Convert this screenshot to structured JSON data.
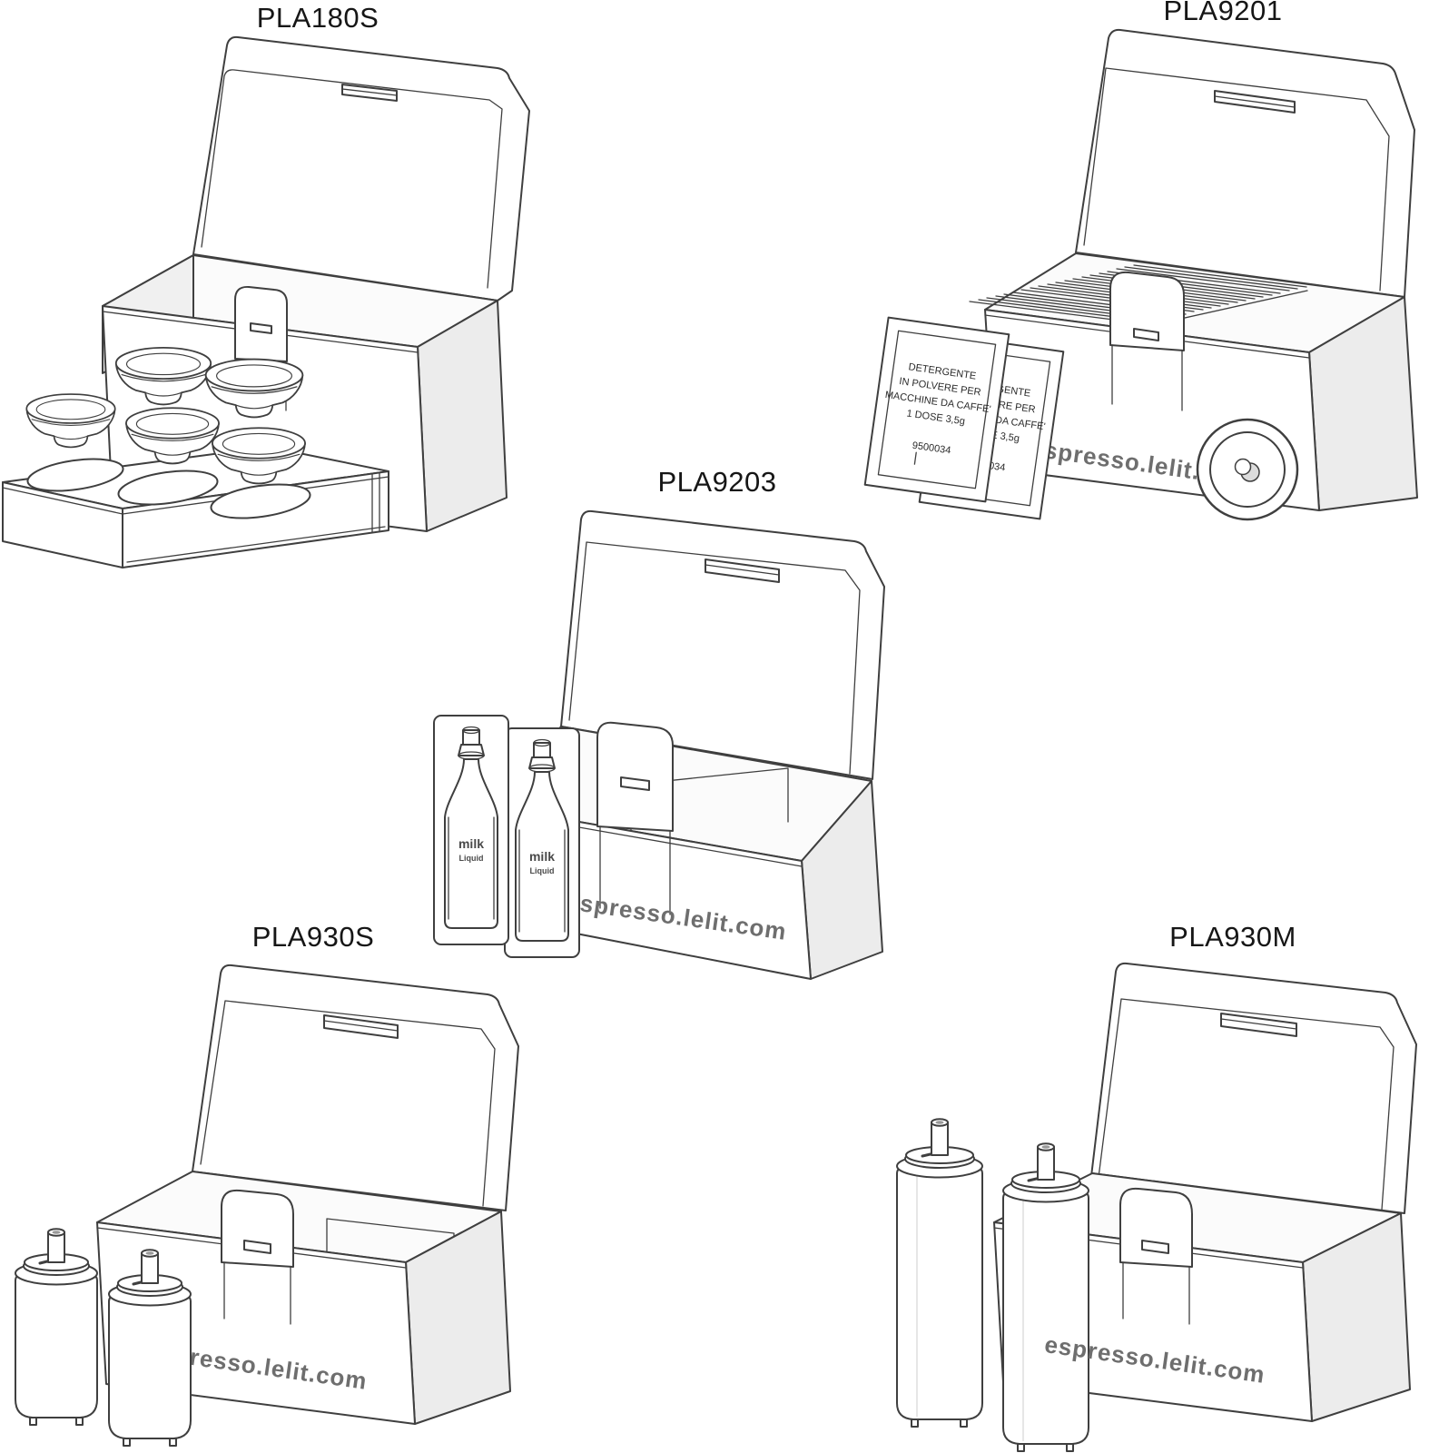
{
  "page": {
    "background": "#ffffff"
  },
  "colors": {
    "line": "#3f3f3f",
    "shade": "#ececec",
    "interior": "#fbfbfb",
    "url_text": "#6e6e6e",
    "label_text": "#161616"
  },
  "figures": {
    "pla180s": {
      "label": "PLA180S"
    },
    "pla9201": {
      "label": "PLA9201",
      "box_text": "espresso.lelit.com",
      "sachet": {
        "line1": "DETERGENTE",
        "line2": "IN POLVERE PER",
        "line3": "MACCHINE DA CAFFE'",
        "line4": "1 DOSE 3,5g",
        "code": "9500034"
      }
    },
    "pla9203": {
      "label": "PLA9203",
      "box_text": "espresso.lelit.com",
      "bottle": {
        "line1": "milk",
        "line2": "Liquid"
      }
    },
    "pla930s": {
      "label": "PLA930S",
      "box_text": "espresso.lelit.com"
    },
    "pla930m": {
      "label": "PLA930M",
      "box_text": "espresso.lelit.com"
    }
  }
}
